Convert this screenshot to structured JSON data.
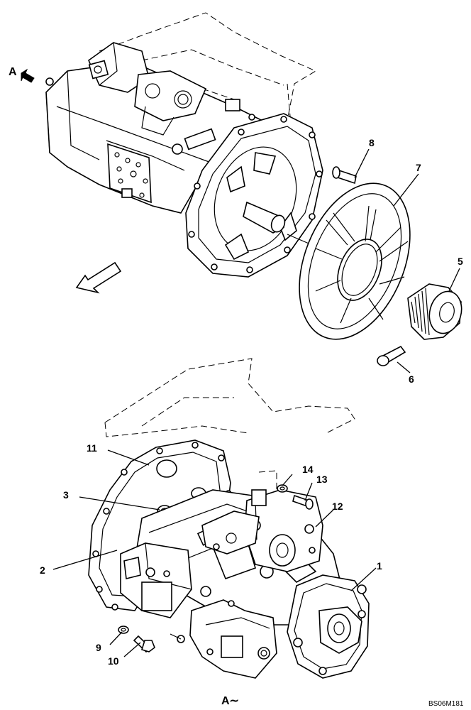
{
  "view_marker": {
    "label": "A"
  },
  "view_caption": {
    "label": "A∼"
  },
  "drawing_code": "BS06M181",
  "callouts": {
    "c1": "1",
    "c2": "2",
    "c3": "3",
    "c5": "5",
    "c6": "6",
    "c7": "7",
    "c8": "8",
    "c9": "9",
    "c10": "10",
    "c11": "11",
    "c12": "12",
    "c13": "13",
    "c14": "14"
  }
}
